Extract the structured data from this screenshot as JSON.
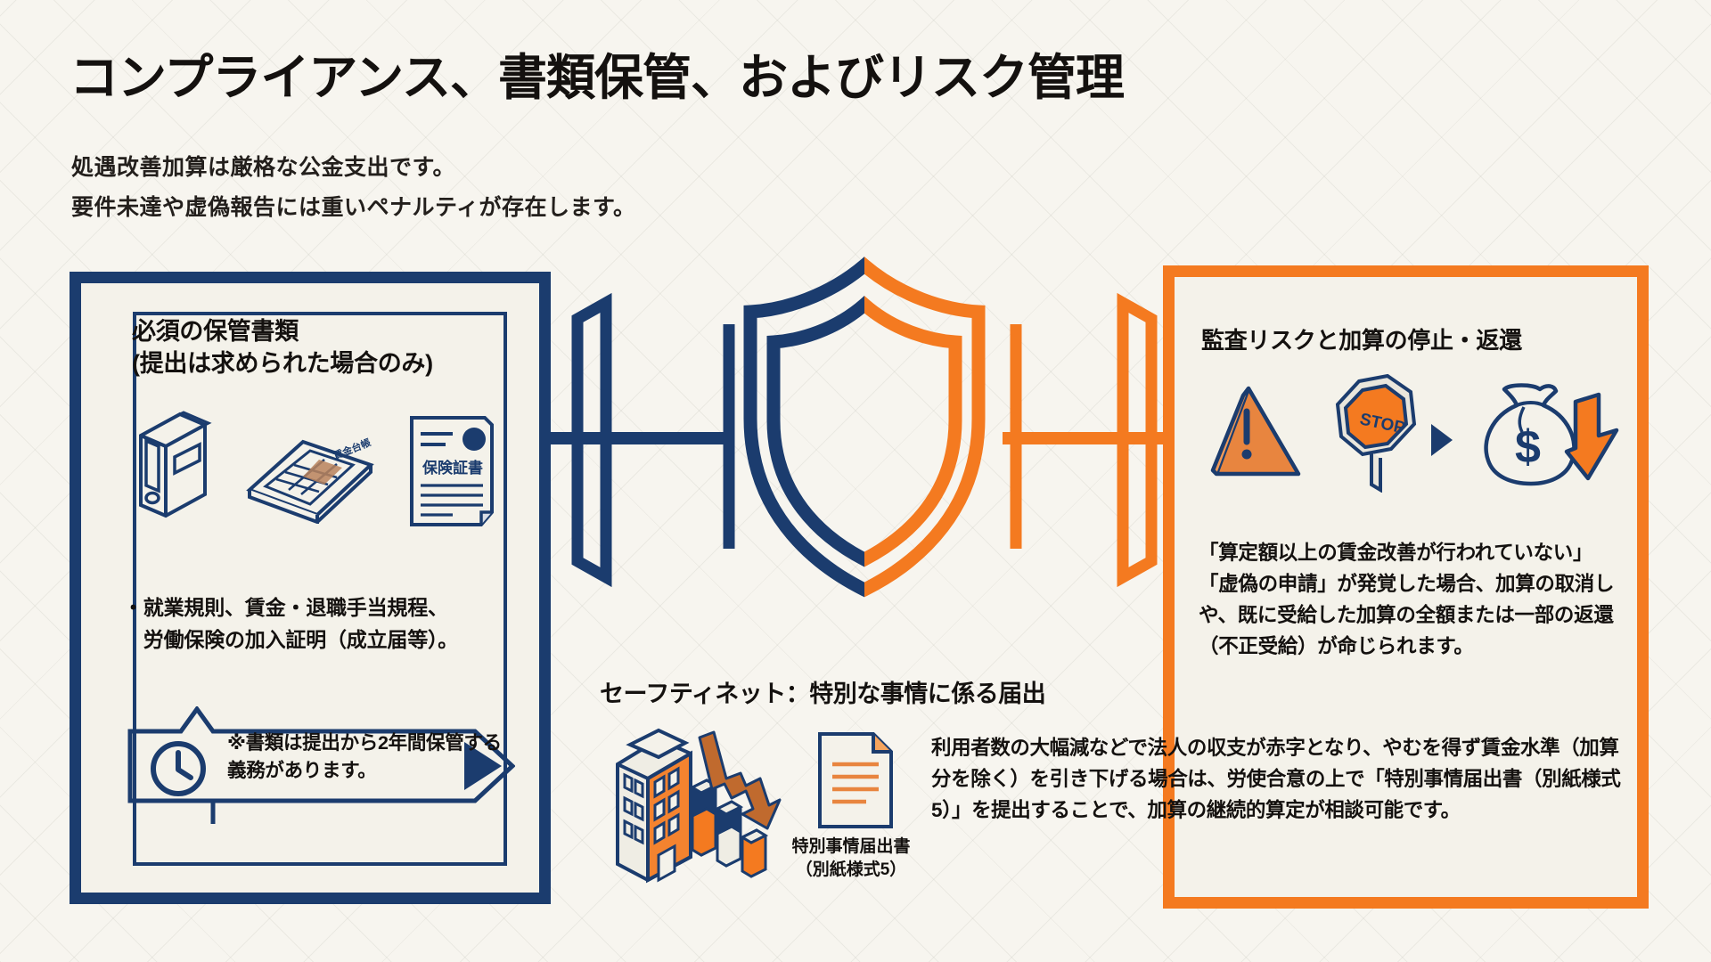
{
  "page": {
    "title": "コンプライアンス、書類保管、およびリスク管理",
    "subtitle_line1": "処遇改善加算は厳格な公金支出です。",
    "subtitle_line2": "要件未達や虚偽報告には重いペナルティが存在します。"
  },
  "colors": {
    "navy": "#1B3C6E",
    "orange": "#F47A20",
    "background": "#F7F5EF",
    "panel_fill": "#F4F2EA",
    "text": "#14110F"
  },
  "left_panel": {
    "heading": "必須の保管書類\n(提出は求められた場合のみ)",
    "icons": [
      "binder-icon",
      "ledger-document-icon",
      "insurance-certificate-icon"
    ],
    "certificate_label": "保険証書",
    "ledger_label": "賃金台帳",
    "bullet": "・就業規則、賃金・退職手当規程、\n　労働保険の加入証明（成立届等）。",
    "callout_text": "※書類は提出から2年間保管する義務があります。",
    "callout_icon": "clock-icon"
  },
  "center": {
    "shield_icon": "shield-icon"
  },
  "right_panel": {
    "heading": "監査リスクと加算の停止・返還",
    "icons": [
      "warning-triangle-icon",
      "stop-sign-icon",
      "play-triangle-icon",
      "money-bag-down-arrow-icon"
    ],
    "stop_sign_label": "STOP",
    "money_symbol": "$",
    "body": "「算定額以上の賃金改善が行われていない」「虚偽の申請」が発覚した場合、加算の取消しや、既に受給した加算の全額または一部の返還（不正受給）が命じられます。"
  },
  "safety_net": {
    "title": "セーフティネット：特別な事情に係る届出",
    "icons": [
      "building-declining-chart-icon",
      "document-icon"
    ],
    "document_caption": "特別事情届出書\n（別紙様式5）",
    "body": "利用者数の大幅減などで法人の収支が赤字となり、やむを得ず賃金水準（加算分を除く）を引き下げる場合は、労使合意の上で「特別事情届出書（別紙様式5）」を提出することで、加算の継続的算定が相談可能です。"
  }
}
